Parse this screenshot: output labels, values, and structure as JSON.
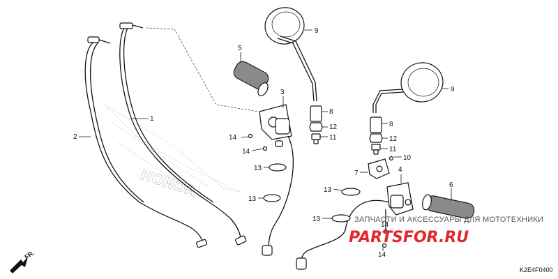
{
  "diagram_code": "K2E4F0400",
  "direction_marker": "FR.",
  "watermark": {
    "tagline": "ЗАПЧАСТИ И АКСЕССУАРЫ ДЛЯ МОТОТЕХНИКИ",
    "logo_text": "PARTSFOR.RU"
  },
  "background_brand": "HONDA",
  "callouts": [
    {
      "id": "c1",
      "label": "1"
    },
    {
      "id": "c2",
      "label": "2"
    },
    {
      "id": "c3",
      "label": "3"
    },
    {
      "id": "c4",
      "label": "4"
    },
    {
      "id": "c5",
      "label": "5"
    },
    {
      "id": "c6",
      "label": "6"
    },
    {
      "id": "c7",
      "label": "7"
    },
    {
      "id": "c8a",
      "label": "8"
    },
    {
      "id": "c8b",
      "label": "8"
    },
    {
      "id": "c9a",
      "label": "9"
    },
    {
      "id": "c9b",
      "label": "9"
    },
    {
      "id": "c10",
      "label": "10"
    },
    {
      "id": "c11a",
      "label": "11"
    },
    {
      "id": "c11b",
      "label": "11"
    },
    {
      "id": "c12a",
      "label": "12"
    },
    {
      "id": "c12b",
      "label": "12"
    },
    {
      "id": "c13a",
      "label": "13"
    },
    {
      "id": "c13b",
      "label": "13"
    },
    {
      "id": "c13c",
      "label": "13"
    },
    {
      "id": "c14a",
      "label": "14"
    },
    {
      "id": "c14b",
      "label": "14"
    },
    {
      "id": "c14c",
      "label": "14"
    },
    {
      "id": "c14d",
      "label": "14"
    }
  ]
}
